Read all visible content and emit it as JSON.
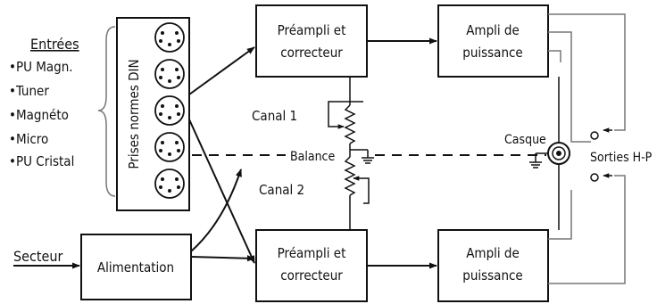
{
  "inputs": {
    "heading": "Entrées",
    "items": [
      "PU Magn.",
      "Tuner",
      "Magnéto",
      "Micro",
      "PU Cristal"
    ]
  },
  "din_label": "Prises normes DIN",
  "blocks": {
    "preamp_top": [
      "Préampli et",
      "correcteur"
    ],
    "amp_top": [
      "Ampli de",
      "puissance"
    ],
    "preamp_bottom": [
      "Préampli et",
      "correcteur"
    ],
    "amp_bottom": [
      "Ampli de",
      "puissance"
    ],
    "power_supply": "Alimentation"
  },
  "labels": {
    "mains": "Secteur",
    "channel_1": "Canal 1",
    "channel_2": "Canal 2",
    "balance": "Balance",
    "headphones": "Casque",
    "speaker_outputs": "Sorties H-P"
  }
}
